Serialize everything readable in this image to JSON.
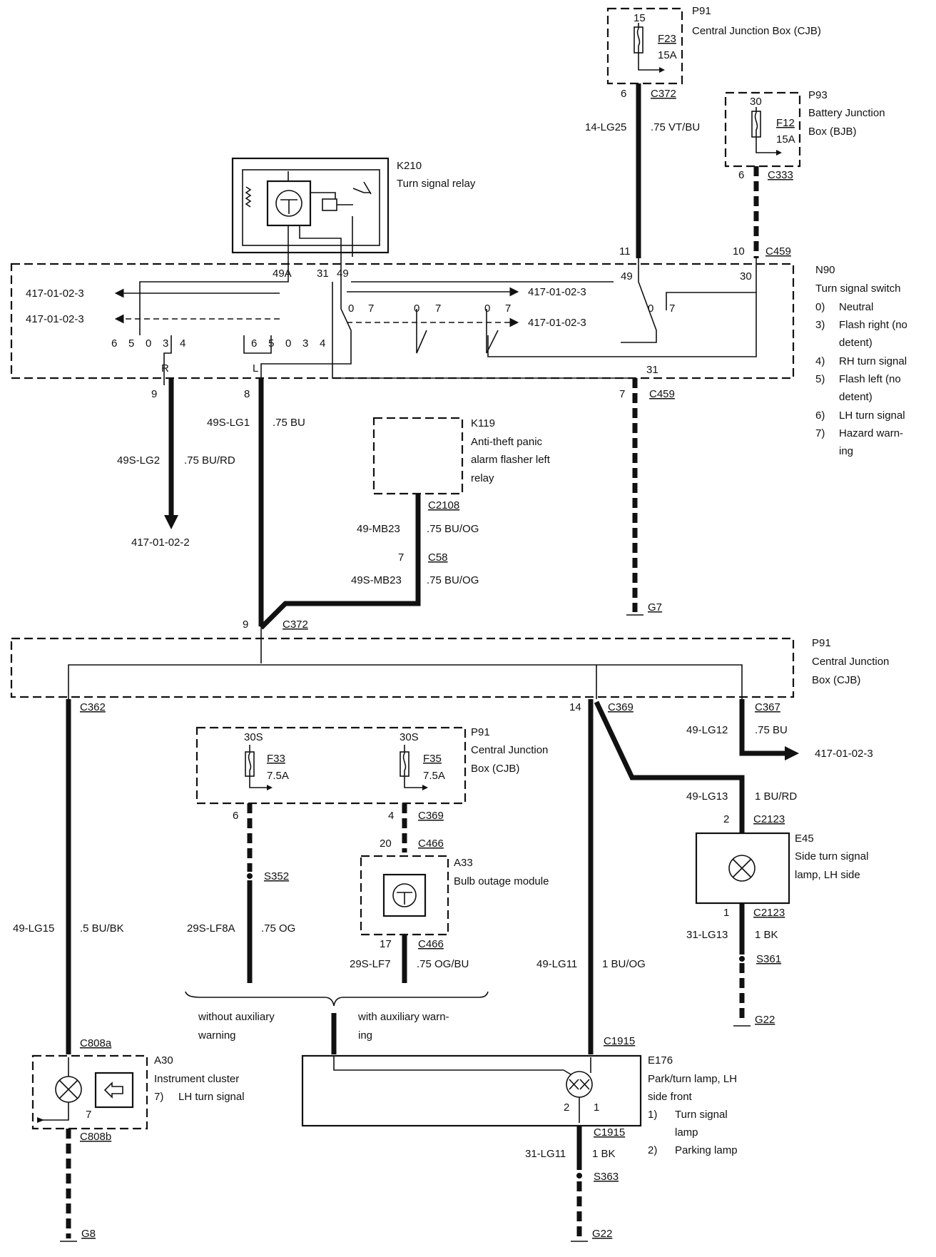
{
  "components": {
    "p91_top": {
      "id": "P91",
      "name": "Central Junction Box (CJB)",
      "pin": "15",
      "fuse": "F23",
      "rating": "15A"
    },
    "p93": {
      "id": "P93",
      "name_l1": "Battery Junction",
      "name_l2": "Box (BJB)",
      "pin": "30",
      "fuse": "F12",
      "rating": "15A"
    },
    "k210": {
      "id": "K210",
      "name": "Turn signal relay",
      "pins": [
        "49A",
        "31",
        "49"
      ]
    },
    "n90": {
      "id": "N90",
      "name": "Turn signal switch",
      "positions": [
        {
          "num": "0)",
          "text": "Neutral"
        },
        {
          "num": "3)",
          "text": "Flash right (no",
          "text2": "detent)"
        },
        {
          "num": "4)",
          "text": "RH turn signal"
        },
        {
          "num": "5)",
          "text": "Flash left (no",
          "text2": "detent)"
        },
        {
          "num": "6)",
          "text": "LH turn signal"
        },
        {
          "num": "7)",
          "text": "Hazard warn-",
          "text2": "ing"
        }
      ],
      "refs": [
        "417-01-02-3",
        "417-01-02-3",
        "417-01-02-3",
        "417-01-02-3"
      ],
      "pins": [
        "49",
        "30",
        "31"
      ],
      "contacts": [
        "0",
        "7",
        "0",
        "7",
        "0",
        "7",
        "0",
        "7"
      ],
      "left_contacts": [
        "6",
        "5",
        "0",
        "3",
        "4"
      ],
      "mid_contacts": [
        "6",
        "5",
        "0",
        "3",
        "4"
      ],
      "side_r": "R",
      "side_l": "L"
    },
    "k119": {
      "id": "K119",
      "l1": "Anti-theft panic",
      "l2": "alarm flasher left",
      "l3": "relay"
    },
    "p91_mid": {
      "id": "P91",
      "l1": "Central Junction",
      "l2": "Box (CJB)"
    },
    "p91_fuse": {
      "id": "P91",
      "l1": "Central Junction",
      "l2": "Box (CJB)",
      "f33": "F33",
      "f33r": "7.5A",
      "f35": "F35",
      "f35r": "7.5A",
      "pin": "30S"
    },
    "a33": {
      "id": "A33",
      "name": "Bulb outage module"
    },
    "e45": {
      "id": "E45",
      "l1": "Side turn signal",
      "l2": "lamp, LH side"
    },
    "a30": {
      "id": "A30",
      "l1": "Instrument cluster",
      "l2num": "7)",
      "l2": "LH turn signal"
    },
    "e176": {
      "id": "E176",
      "l1": "Park/turn lamp, LH",
      "l2": "side front",
      "i1num": "1)",
      "i1": "Turn signal",
      "i1b": "lamp",
      "i2num": "2)",
      "i2": "Parking lamp"
    }
  },
  "connectors": {
    "c372a": "C372",
    "c333": "C333",
    "c459a": "C459",
    "c459b": "C459",
    "c2108": "C2108",
    "c58": "C58",
    "c372b": "C372",
    "c362": "C362",
    "c369a": "C369",
    "c367": "C367",
    "c369b": "C369",
    "c466a": "C466",
    "c466b": "C466",
    "c2123a": "C2123",
    "c2123b": "C2123",
    "c808a": "C808a",
    "c808b": "C808b",
    "c1915a": "C1915",
    "c1915b": "C1915"
  },
  "splices": {
    "s352": "S352",
    "s361": "S361",
    "s363": "S363"
  },
  "grounds": {
    "g7": "G7",
    "g8": "G8",
    "g22a": "G22",
    "g22b": "G22"
  },
  "pins": {
    "p6a": "6",
    "p6b": "6",
    "p11": "11",
    "p10": "10",
    "p9a": "9",
    "p8": "8",
    "p7a": "7",
    "p7b": "7",
    "p9b": "9",
    "p14": "14",
    "p6c": "6",
    "p4": "4",
    "p20": "20",
    "p17": "17",
    "p2a": "2",
    "p1a": "1",
    "p7c": "7",
    "p2b": "2",
    "p1b": "1",
    "p31": "31"
  },
  "wires": [
    {
      "circuit": "14-LG25",
      "spec": ".75 VT/BU"
    },
    {
      "circuit": "49S-LG1",
      "spec": ".75 BU"
    },
    {
      "circuit": "49S-LG2",
      "spec": ".75 BU/RD"
    },
    {
      "circuit": "49-MB23",
      "spec": ".75 BU/OG"
    },
    {
      "circuit": "49S-MB23",
      "spec": ".75 BU/OG"
    },
    {
      "circuit": "49-LG12",
      "spec": ".75 BU"
    },
    {
      "circuit": "49-LG13",
      "spec": "1 BU/RD"
    },
    {
      "circuit": "31-LG13",
      "spec": "1 BK"
    },
    {
      "circuit": "49-LG15",
      "spec": ".5 BU/BK"
    },
    {
      "circuit": "29S-LF8A",
      "spec": ".75 OG"
    },
    {
      "circuit": "29S-LF7",
      "spec": ".75 OG/BU"
    },
    {
      "circuit": "49-LG11",
      "spec": "1 BU/OG"
    },
    {
      "circuit": "31-LG11",
      "spec": "1 BK"
    }
  ],
  "refs": {
    "r_left": "417-01-02-2",
    "r_c367": "417-01-02-3"
  },
  "notes": {
    "without_l1": "without auxiliary",
    "without_l2": "warning",
    "with_l1": "with auxiliary warn-",
    "with_l2": "ing"
  }
}
